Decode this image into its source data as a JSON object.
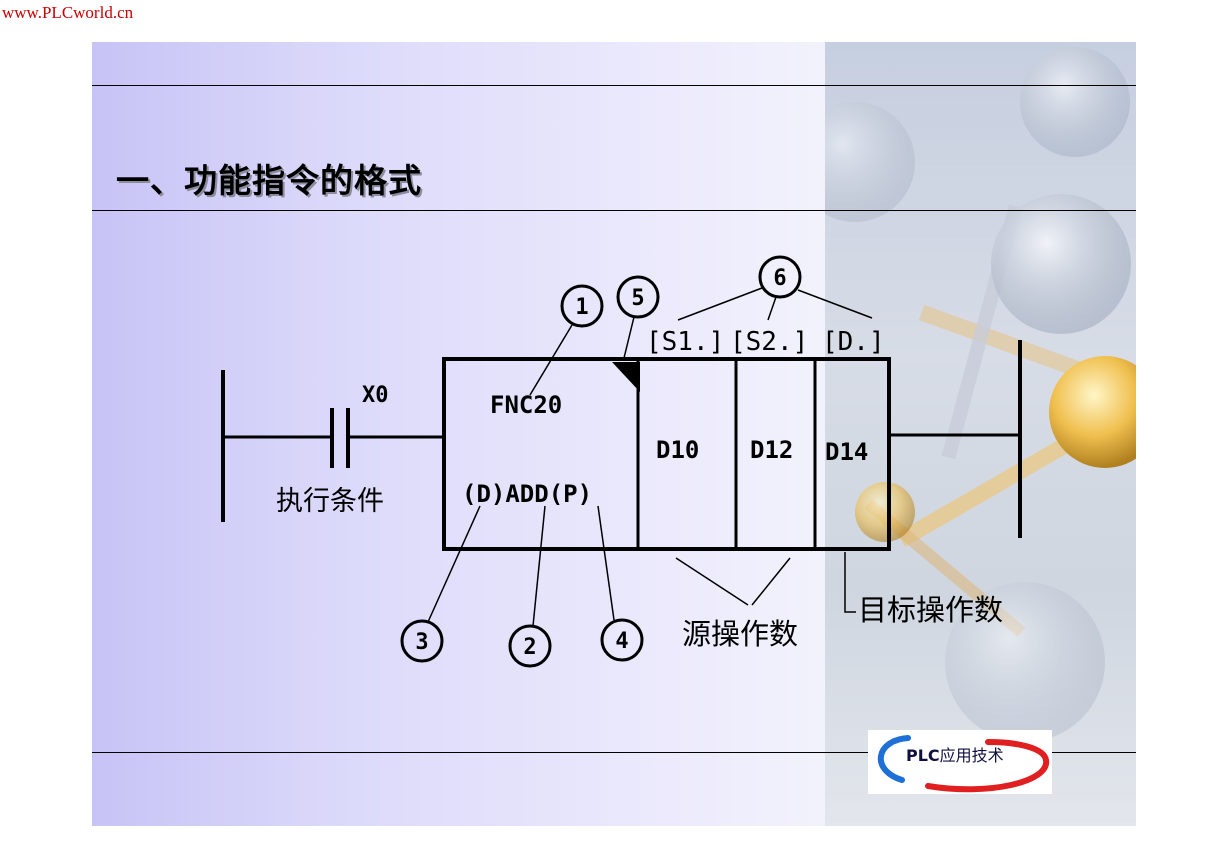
{
  "watermark": "www.PLCworld.cn",
  "slide": {
    "title": "一、功能指令的格式"
  },
  "diagram": {
    "contact_label": "X0",
    "condition_label": "执行条件",
    "function_code": "FNC20",
    "mnemonic": "(D)ADD(P)",
    "operand_headers": [
      "[S1.]",
      "[S2.]",
      "[D.]"
    ],
    "operands": [
      "D10",
      "D12",
      "D14"
    ],
    "source_operands_label": "源操作数",
    "destination_operand_label": "目标操作数",
    "callouts": [
      "1",
      "2",
      "3",
      "4",
      "5",
      "6"
    ]
  },
  "logo": {
    "latin": "PLC",
    "chinese": "应用技术",
    "colors": {
      "blue_arc": "#1e6fd6",
      "red_arc": "#e02020"
    }
  }
}
